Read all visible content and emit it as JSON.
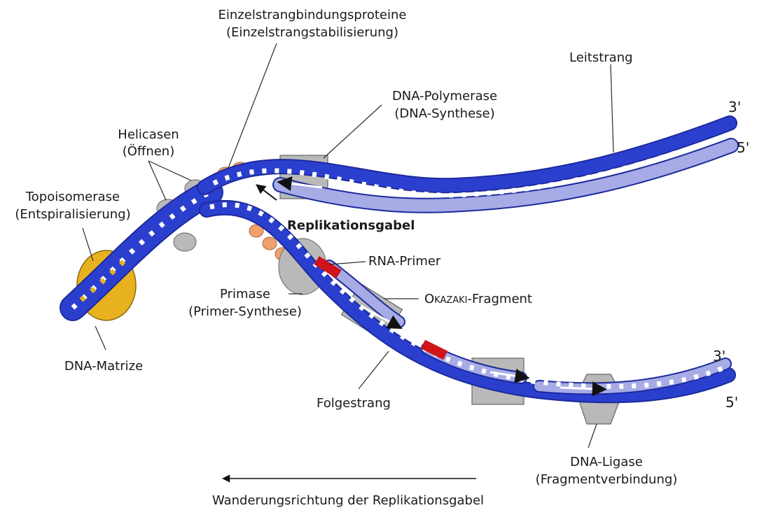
{
  "colors": {
    "parental_strand": "#2b3fcf",
    "parental_edge": "#1c2a9c",
    "new_strand": "#a7abe6",
    "rung": "#ffffff",
    "topoisomerase": "#e8b21f",
    "protein_gray": "#b9b9b9",
    "ssb": "#f0a06e",
    "rna_primer": "#d0141a",
    "text": "#1a1a1a"
  },
  "labels": {
    "ssb_line1": "Einzelstrangbindungsproteine",
    "ssb_line2": "(Einzelstrangstabilisierung)",
    "leitstrang": "Leitstrang",
    "polymerase_line1": "DNA-Polymerase",
    "polymerase_line2": "(DNA-Synthese)",
    "helicase_line1": "Helicasen",
    "helicase_line2": "(Öffnen)",
    "topo_line1": "Topoisomerase",
    "topo_line2": "(Entspiralisierung)",
    "gabel": "Replikationsgabel",
    "rna_primer": "RNA-Primer",
    "primase_line1": "Primase",
    "primase_line2": "(Primer-Synthese)",
    "okazaki_smallcaps": "Okazaki",
    "okazaki_rest": "-Fragment",
    "matrize": "DNA-Matrize",
    "folgestrang": "Folgestrang",
    "ligase_line1": "DNA-Ligase",
    "ligase_line2": "(Fragmentverbindung)",
    "direction": "Wanderungsrichtung der Replikationsgabel"
  },
  "ends": {
    "leading_top": "3'",
    "leading_bottom": "5'",
    "lagging_top": "3'",
    "lagging_bottom": "5'"
  }
}
